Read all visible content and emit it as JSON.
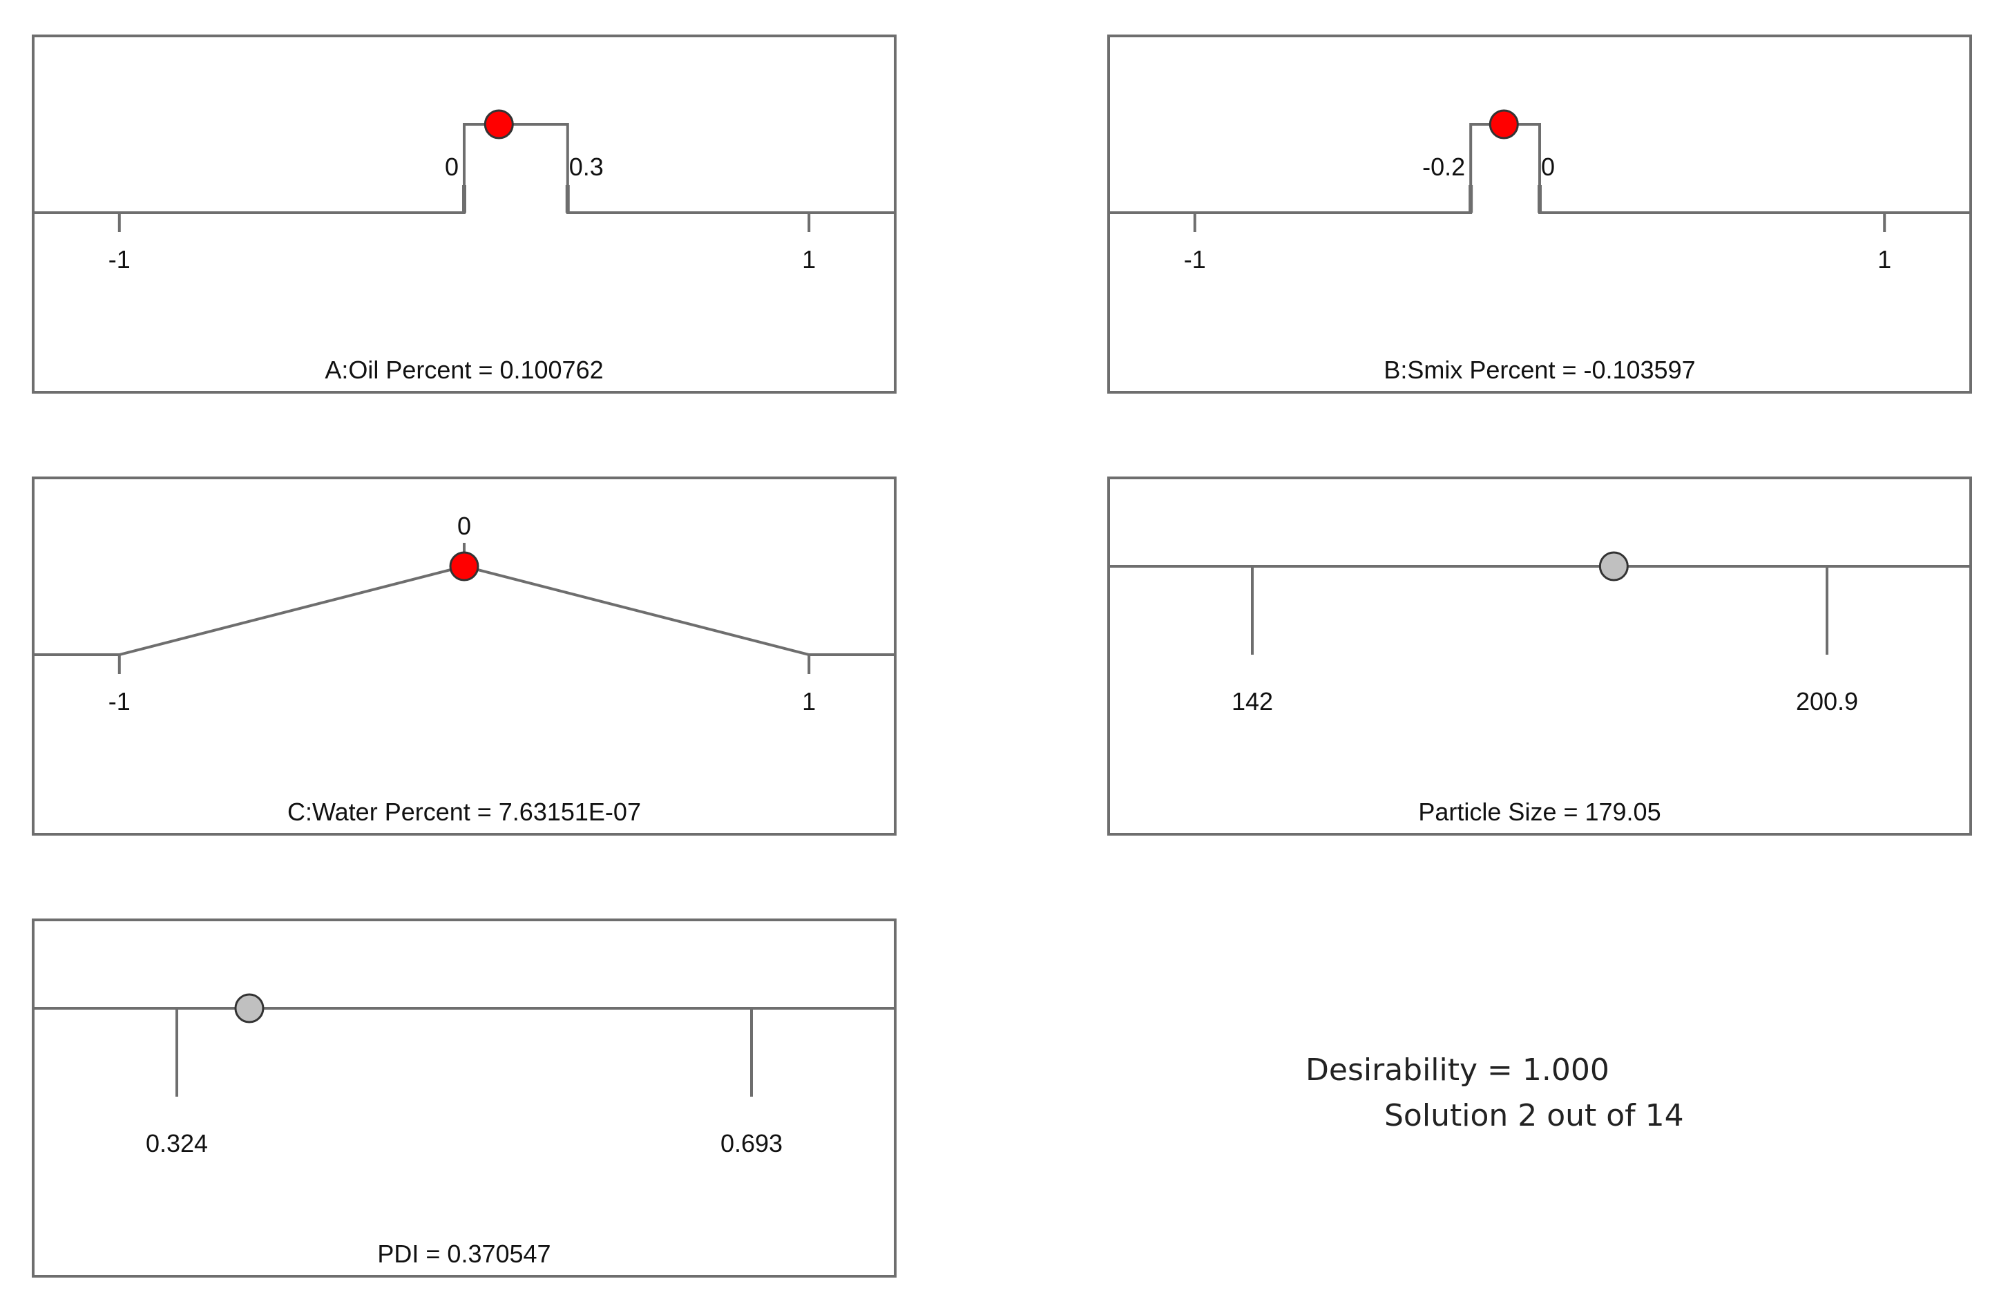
{
  "colors": {
    "frame": "#6e6e6e",
    "line": "#6e6e6e",
    "factor_marker": "#ff0000",
    "response_marker": "#c0c0c0",
    "marker_outline": "#333333"
  },
  "chart_data": [
    {
      "type": "ramp",
      "kind": "factor",
      "title": "A:Oil Percent = 0.100762",
      "xlim": [
        -1.25,
        1.25
      ],
      "axis_ticks": [
        -1,
        1
      ],
      "axis_tick_labels": [
        "-1",
        "1"
      ],
      "goal_shape": "range",
      "goal_range": [
        0,
        0.3
      ],
      "goal_labels": [
        "0",
        "0.3"
      ],
      "value": 0.100762,
      "marker": "red"
    },
    {
      "type": "ramp",
      "kind": "factor",
      "title": "B:Smix Percent = -0.103597",
      "xlim": [
        -1.25,
        1.25
      ],
      "axis_ticks": [
        -1,
        1
      ],
      "axis_tick_labels": [
        "-1",
        "1"
      ],
      "goal_shape": "range",
      "goal_range": [
        -0.2,
        0
      ],
      "goal_labels": [
        "-0.2",
        "0"
      ],
      "value": -0.103597,
      "marker": "red"
    },
    {
      "type": "ramp",
      "kind": "factor",
      "title": "C:Water Percent = 7.63151E-07",
      "xlim": [
        -1.25,
        1.25
      ],
      "axis_ticks": [
        -1,
        1
      ],
      "axis_tick_labels": [
        "-1",
        "1"
      ],
      "goal_shape": "target",
      "goal_target": 0,
      "goal_labels": [
        "0"
      ],
      "value": 7.63151e-07,
      "marker": "red"
    },
    {
      "type": "ramp",
      "kind": "response",
      "title": "Particle Size = 179.05",
      "xlim": [
        127.275,
        215.625
      ],
      "axis_ticks": [
        142,
        200.9
      ],
      "axis_tick_labels": [
        "142",
        "200.9"
      ],
      "goal_shape": "none",
      "value": 179.05,
      "marker": "gray"
    },
    {
      "type": "ramp",
      "kind": "response",
      "title": "PDI = 0.370547",
      "xlim": [
        0.23175,
        0.78525
      ],
      "axis_ticks": [
        0.324,
        0.693
      ],
      "axis_tick_labels": [
        "0.324",
        "0.693"
      ],
      "goal_shape": "none",
      "value": 0.370547,
      "marker": "gray"
    }
  ],
  "summary": {
    "desirability": "Desirability = 1.000",
    "solution": "Solution 2 out of 14"
  }
}
